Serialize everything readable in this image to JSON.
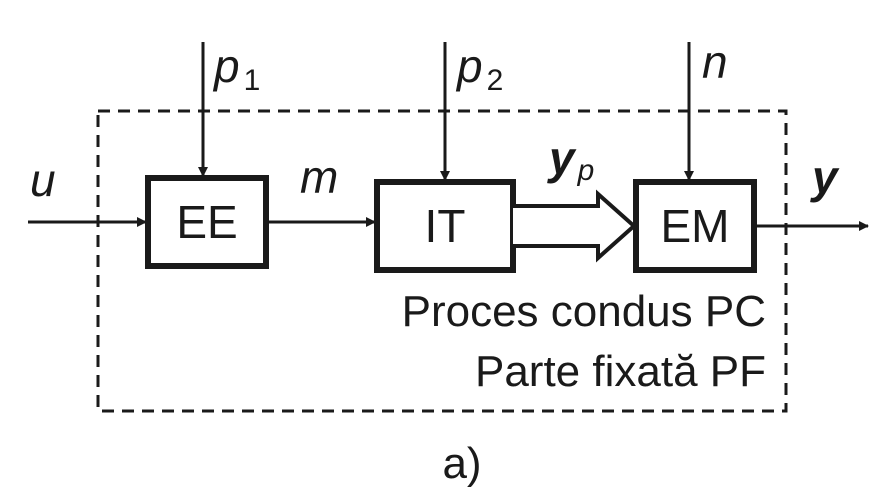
{
  "blocks": {
    "ee": "EE",
    "it": "IT",
    "em": "EM"
  },
  "signals": {
    "u": "u",
    "m": "m",
    "yp": {
      "base": "y",
      "sub": "p"
    },
    "y": "y",
    "p1": {
      "base": "p",
      "sub": "1"
    },
    "p2": {
      "base": "p",
      "sub": "2"
    },
    "n": "n"
  },
  "captions": {
    "pc": "Proces condus PC",
    "pf": "Parte fixată PF"
  },
  "figure_label": "a)"
}
